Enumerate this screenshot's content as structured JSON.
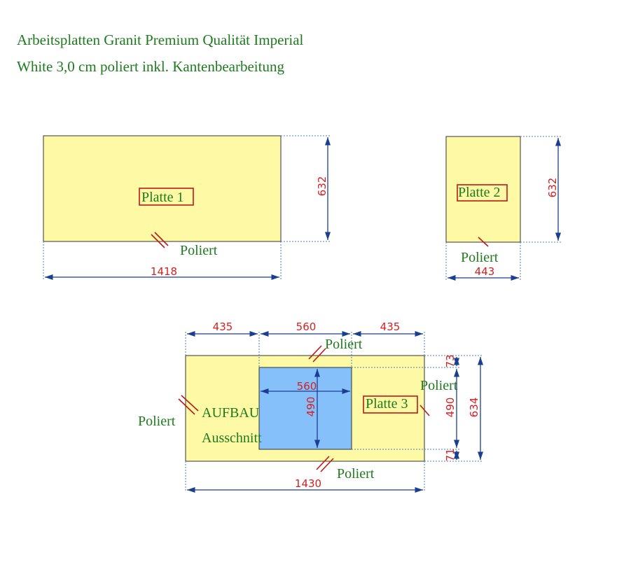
{
  "header": {
    "line1": "Arbeitsplatten Granit Premium Qualität Imperial",
    "line2": "White 3,0 cm poliert inkl. Kantenbearbeitung"
  },
  "plate1": {
    "label": "Platte 1",
    "width": "1418",
    "height": "632",
    "edge_label": "Poliert"
  },
  "plate2": {
    "label": "Platte 2",
    "width": "443",
    "height": "632",
    "edge_label": "Poliert"
  },
  "plate3": {
    "label": "Platte 3",
    "width": "1430",
    "height": "634",
    "segments_top": [
      "435",
      "560",
      "435"
    ],
    "cutout_width": "560",
    "cutout_height": "490",
    "offset_top": "73",
    "offset_bottom": "71",
    "cutout_height_side": "490",
    "cutout_label_1": "AUFBAU",
    "cutout_label_2": "Ausschnitt",
    "edge_top": "Poliert",
    "edge_bottom": "Poliert",
    "edge_left": "Poliert",
    "edge_right": "Poliert"
  },
  "colors": {
    "slab": "#fdf9a5",
    "cutout": "#85c0fa",
    "dimension_text": "#d42020",
    "label_text": "#1f7a1f"
  }
}
